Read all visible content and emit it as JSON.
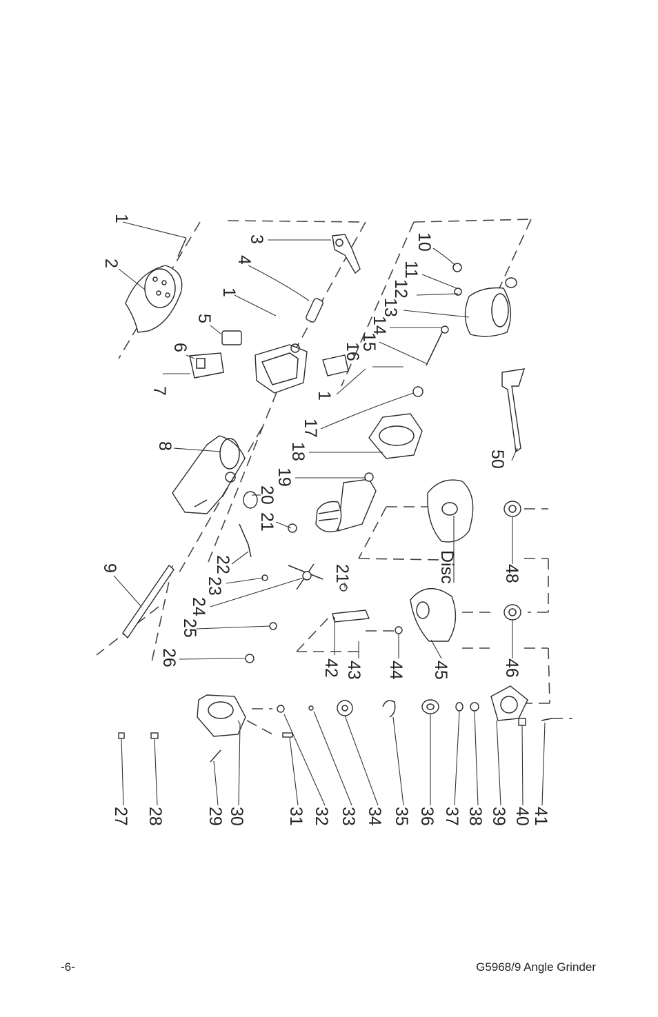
{
  "page": {
    "page_number": "-6-",
    "document_title": "G5968/9 Angle Grinder"
  },
  "diagram": {
    "callouts": [
      "1",
      "2",
      "3",
      "4",
      "1",
      "5",
      "6",
      "7",
      "10",
      "11",
      "12",
      "13",
      "14",
      "15",
      "16",
      "1",
      "17",
      "18",
      "8",
      "19",
      "20",
      "21",
      "21",
      "22",
      "23",
      "24",
      "25",
      "26",
      "9",
      "42",
      "43",
      "44",
      "45",
      "46",
      "48",
      "50",
      "27",
      "28",
      "29",
      "30",
      "31",
      "32",
      "33",
      "34",
      "35",
      "36",
      "37",
      "38",
      "39",
      "40",
      "41"
    ],
    "disc_label": "Disc"
  }
}
